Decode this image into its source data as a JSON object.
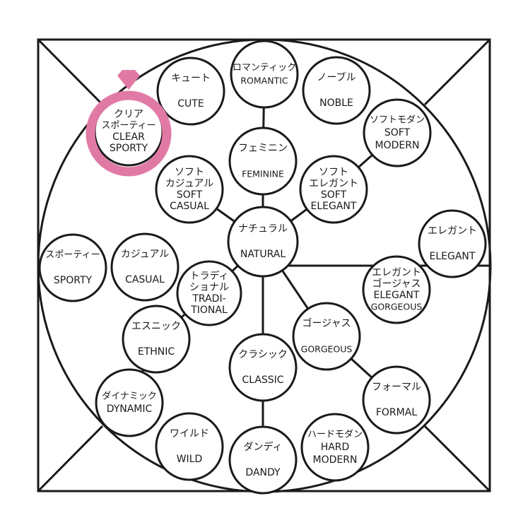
{
  "colors": {
    "line": "#1a1a1a",
    "ring_highlight": "#e07aa4",
    "background": "#ffffff"
  },
  "highlight_icon": "ring-icon",
  "highlighted_node": "clear-sporty",
  "nodes": [
    {
      "id": "cute",
      "lines": [
        "キュート",
        "",
        "CUTE"
      ]
    },
    {
      "id": "romantic",
      "lines": [
        "ロマンティック",
        "ROMANTIC"
      ]
    },
    {
      "id": "noble",
      "lines": [
        "ノーブル",
        "",
        "NOBLE"
      ]
    },
    {
      "id": "clear-sporty",
      "lines": [
        "クリア",
        "スポーティー",
        "CLEAR",
        "SPORTY"
      ]
    },
    {
      "id": "soft-modern",
      "lines": [
        "ソフトモダン",
        "SOFT",
        "MODERN"
      ]
    },
    {
      "id": "feminine",
      "lines": [
        "フェミニン",
        "",
        "FEMININE"
      ]
    },
    {
      "id": "soft-casual",
      "lines": [
        "ソフト",
        "カジュアル",
        "SOFT",
        "CASUAL"
      ]
    },
    {
      "id": "soft-elegant",
      "lines": [
        "ソフト",
        "エレガント",
        "SOFT",
        "ELEGANT"
      ]
    },
    {
      "id": "natural",
      "lines": [
        "ナチュラル",
        "",
        "NATURAL"
      ]
    },
    {
      "id": "elegant",
      "lines": [
        "エレガント",
        "",
        "ELEGANT"
      ]
    },
    {
      "id": "sporty",
      "lines": [
        "スポーティー",
        "",
        "SPORTY"
      ]
    },
    {
      "id": "casual",
      "lines": [
        "カジュアル",
        "",
        "CASUAL"
      ]
    },
    {
      "id": "traditional",
      "lines": [
        "トラディ",
        "ショナル",
        "TRADI-",
        "TIONAL"
      ]
    },
    {
      "id": "elegant-gorgeous",
      "lines": [
        "エレガント",
        "ゴージャス",
        "ELEGANT",
        "GORGEOUS"
      ]
    },
    {
      "id": "ethnic",
      "lines": [
        "エスニック",
        "",
        "ETHNIC"
      ]
    },
    {
      "id": "gorgeous",
      "lines": [
        "ゴージャス",
        "",
        "GORGEOUS"
      ]
    },
    {
      "id": "classic",
      "lines": [
        "クラシック",
        "",
        "CLASSIC"
      ]
    },
    {
      "id": "formal",
      "lines": [
        "フォーマル",
        "",
        "FORMAL"
      ]
    },
    {
      "id": "dynamic",
      "lines": [
        "ダイナミック",
        "DYNAMIC"
      ]
    },
    {
      "id": "wild",
      "lines": [
        "ワイルド",
        "",
        "WILD"
      ]
    },
    {
      "id": "dandy",
      "lines": [
        "ダンディ",
        "",
        "DANDY"
      ]
    },
    {
      "id": "hard-modern",
      "lines": [
        "ハードモダン",
        "HARD",
        "MODERN"
      ]
    }
  ],
  "connections": [
    [
      "romantic",
      "feminine"
    ],
    [
      "feminine",
      "natural"
    ],
    [
      "soft-casual",
      "natural"
    ],
    [
      "soft-elegant",
      "natural"
    ],
    [
      "soft-elegant",
      "soft-modern"
    ],
    [
      "natural",
      "traditional"
    ],
    [
      "natural",
      "classic"
    ],
    [
      "natural",
      "gorgeous"
    ],
    [
      "traditional",
      "ethnic"
    ],
    [
      "ethnic",
      "dynamic"
    ],
    [
      "gorgeous",
      "formal"
    ],
    [
      "classic",
      "dandy"
    ]
  ]
}
